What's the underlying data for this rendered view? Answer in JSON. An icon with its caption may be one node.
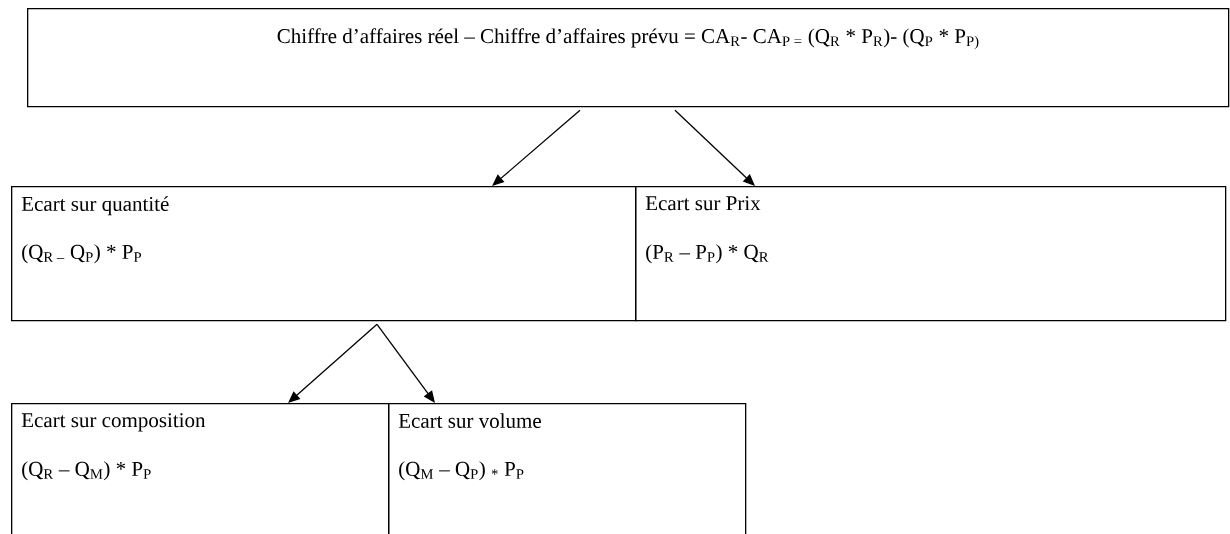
{
  "diagram": {
    "nodes": [
      {
        "text": [
          "Chiffre d’affaires réel – Chiffre d’affaires prévu = CA$_{R}$- CA$_{P =}$ (Q$_{R}$ * P$_{R}$)- (Q$_{P}$ * P$_{P)}$"
        ]
      },
      {
        "text": [
          "Ecart sur quantité",
          "(Q$_{R –}$ Q$_{P}$) * P$_{P}$"
        ]
      },
      {
        "text": [
          "Ecart sur Prix",
          "(P$_{R}$ – P$_{P}$) * Q$_{R}$"
        ]
      },
      {
        "text": [
          "Ecart sur composition",
          "(Q$_{R}$ – Q$_{M}$) * P$_{P}$"
        ]
      },
      {
        "text": [
          "Ecart sur volume",
          "(Q$_{M}$ – Q$_{P}$) $_{*}$ P$_{P}$"
        ]
      }
    ],
    "edges": [
      {
        "from": 0,
        "to": 1,
        "arrow": "to"
      },
      {
        "from": 0,
        "to": 2,
        "arrow": "to"
      },
      {
        "from": 1,
        "to": 3,
        "arrow": "to"
      },
      {
        "from": 1,
        "to": 4,
        "arrow": "to"
      }
    ]
  }
}
